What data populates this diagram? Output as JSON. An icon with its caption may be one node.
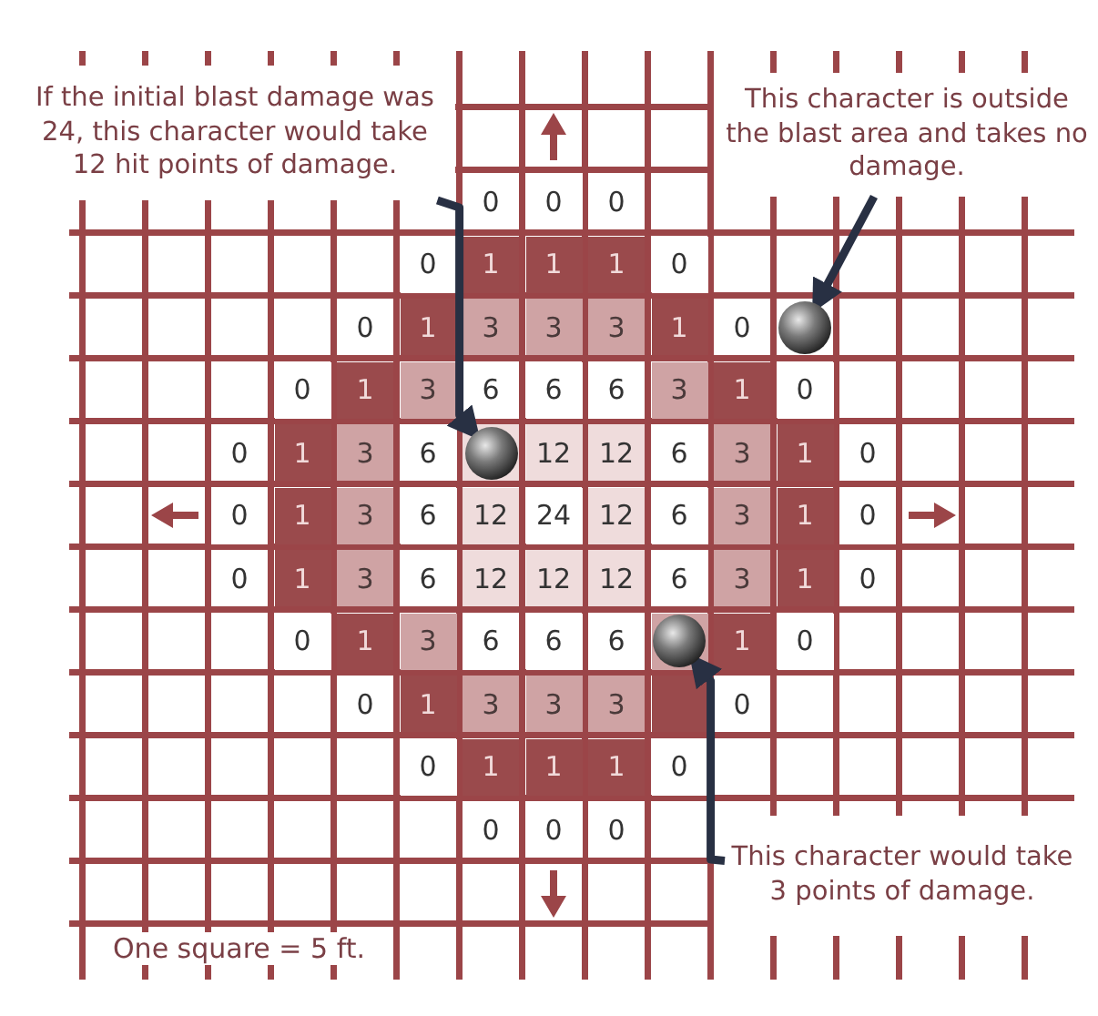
{
  "diagram": {
    "nodes": [
      {
        "text": [
          "If the initial blast damage was 24, this character would take 12 hit points of damage."
        ]
      },
      {
        "text": [
          "This character is outside the blast area and takes no damage."
        ]
      },
      {
        "text": [],
        "shape": "circle"
      },
      {
        "text": [],
        "shape": "circle"
      },
      {
        "text": [],
        "shape": "circle"
      },
      {
        "text": [
          "This character would take 3 points of damage."
        ]
      }
    ],
    "edges": [
      {
        "from": 0,
        "to": 3,
        "arrow": "to"
      },
      {
        "from": 1,
        "to": 2,
        "arrow": "to"
      },
      {
        "from": 5,
        "to": 4,
        "arrow": "to"
      }
    ],
    "labels": [
      "0",
      "0",
      "0",
      "0",
      "1",
      "1",
      "1",
      "0",
      "0",
      "1",
      "3",
      "3",
      "3",
      "1",
      "0",
      "0",
      "1",
      "3",
      "6",
      "6",
      "6",
      "3",
      "1",
      "0",
      "0",
      "1",
      "3",
      "6",
      "12",
      "12",
      "6",
      "3",
      "1",
      "0",
      "0",
      "1",
      "3",
      "6",
      "12",
      "24",
      "12",
      "6",
      "3",
      "1",
      "0",
      "0",
      "1",
      "3",
      "6",
      "12",
      "12",
      "12",
      "6",
      "3",
      "1",
      "0",
      "0",
      "1",
      "3",
      "6",
      "6",
      "6",
      "1",
      "0",
      "0",
      "1",
      "3",
      "3",
      "3",
      "0",
      "0",
      "1",
      "1",
      "1",
      "0",
      "0",
      "0",
      "0",
      "One square = 5 ft."
    ]
  }
}
